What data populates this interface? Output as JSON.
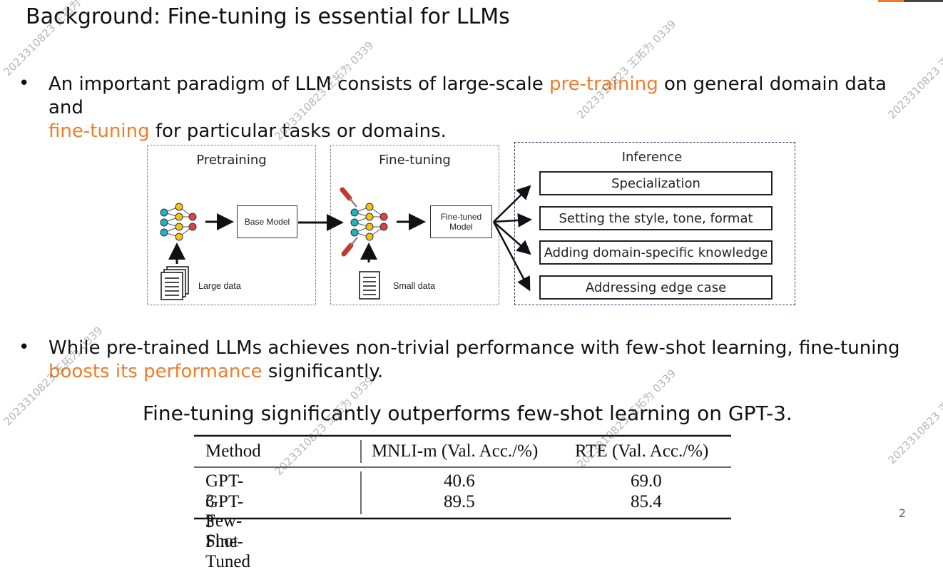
{
  "slide": {
    "title": "Background: Fine-tuning is essential for LLMs",
    "page_number": "2",
    "accent_color": "#f07c2a"
  },
  "bullet1": {
    "part1": "An important paradigm of LLM consists of large-scale ",
    "hl1": "pre-training",
    "part2": " on general domain data and",
    "hl2": "fine-tuning",
    "part3": " for particular tasks or domains."
  },
  "diagram": {
    "pretraining_title": "Pretraining",
    "base_model": "Base Model",
    "large_data": "Large data",
    "finetuning_title": "Fine-tuning",
    "finetuned_model_line1": "Fine-tuned",
    "finetuned_model_line2": "Model",
    "small_data": "Small data",
    "inference_title": "Inference",
    "inference_items": [
      "Specialization",
      "Setting the style, tone, format",
      "Adding domain-specific knowledge",
      "Addressing edge case"
    ]
  },
  "bullet2": {
    "part1": "While pre-trained LLMs achieves non-trivial performance with few-shot learning, fine-tuning",
    "hl1": "boosts its performance",
    "part2": " significantly."
  },
  "caption": "Fine-tuning significantly outperforms few-shot learning on GPT-3.",
  "table": {
    "headers": [
      "Method",
      "MNLI-m (Val. Acc./%)",
      "RTE (Val. Acc./%)"
    ],
    "rows": [
      [
        "GPT-3 Few-Shot",
        "40.6",
        "69.0"
      ],
      [
        "GPT-3 Fine-Tuned",
        "89.5",
        "85.4"
      ]
    ]
  },
  "watermark": "2023310823 王拓为 0339"
}
